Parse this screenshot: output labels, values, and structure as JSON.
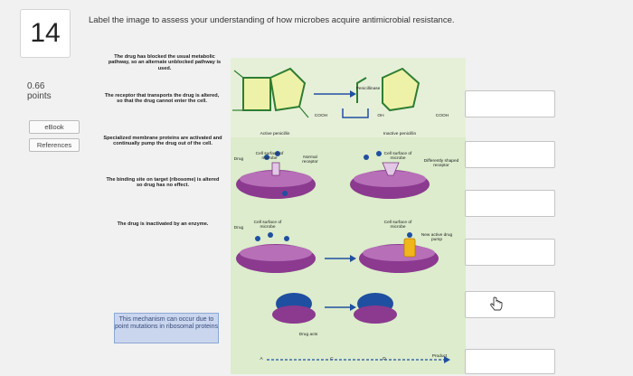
{
  "question": {
    "number": "14",
    "points_value": "0.66",
    "points_unit": "points",
    "prompt": "Label the image to assess your understanding of how microbes acquire antimicrobial resistance."
  },
  "sidebar": {
    "ebook_label": "eBook",
    "references_label": "References"
  },
  "labels": [
    "The drug has blocked the usual metabolic pathway, so an alternate unblocked pathway is used.",
    "The receptor that transports the drug is altered, so that the drug cannot enter the cell.",
    "Specialized membrane proteins are activated and continually pump the drug out of the cell.",
    "The binding site on target (ribosome) is altered so drug has no effect.",
    "The drug is inactivated by an enzyme.",
    "This mechanism can occur due to point mutations in ribosomal proteins"
  ],
  "diagram": {
    "penicillinase": "Penicillinase",
    "cooh": "COOH",
    "oh": "OH",
    "active_penicillin": "Active penicillin",
    "inactive_penicillin": "Inactive penicillin",
    "cell_surface_of_microbe": "Cell surface of microbe",
    "normal_receptor": "Normal receptor",
    "differently_shaped_receptor": "Differently shaped receptor",
    "drug": "Drug",
    "new_active_drug_pump": "New active drug pump",
    "drug_acts": "Drug acts",
    "product": "Product",
    "pathway_a": "A",
    "pathway_c": "C",
    "pathway_d": "D"
  },
  "colors": {
    "ring_fill": "#eef2a8",
    "ring_stroke": "#2e7d32",
    "membrane": "#8b3a8f",
    "membrane_light": "#b76fb8",
    "drug_blue": "#1f4fa0",
    "answer_box_border": "#c4c4c4"
  }
}
